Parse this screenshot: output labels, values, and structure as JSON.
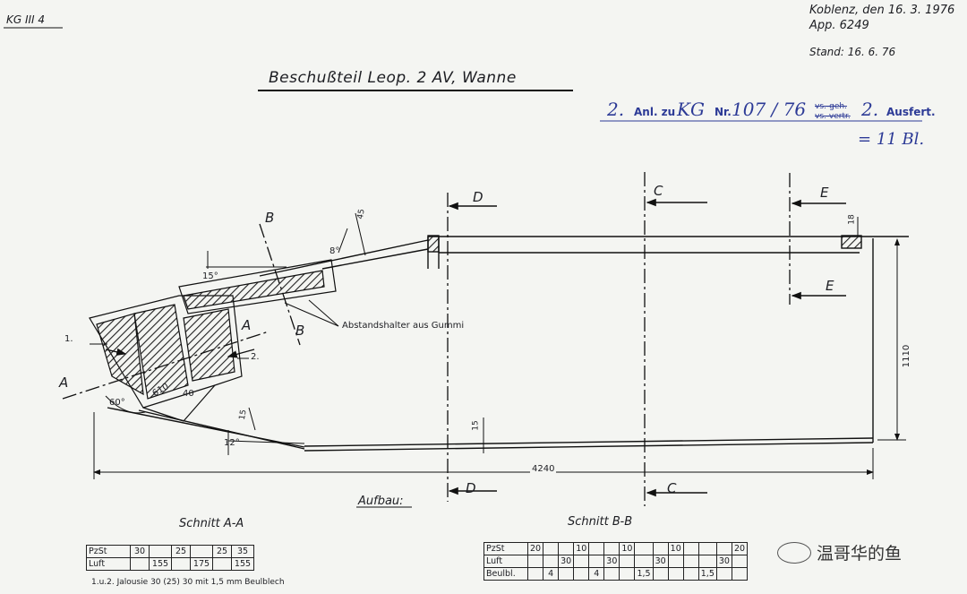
{
  "header": {
    "doc_code": "KG III 4",
    "place_date": "Koblenz, den 16. 3. 1976",
    "app": "App. 6249",
    "stand": "Stand: 16. 6. 76",
    "title": "Beschußteil Leop. 2 AV, Wanne"
  },
  "stamp": {
    "anl_prefix": "Anl. zu",
    "anl_number": "2.",
    "kg": "KG",
    "nr_label": "Nr.",
    "nr_value": "107 / 76",
    "struck": "vs.-geh.",
    "struck2": "vs.-vertr.",
    "ausfert_value": "2.",
    "ausfert_label": "Ausfert.",
    "blatt": "= 11 Bl."
  },
  "labels": {
    "a_top": "A",
    "a_left": "A",
    "b_top": "B",
    "b_bottom": "B",
    "d_top": "D",
    "d_bottom": "D",
    "c_top": "C",
    "c_bottom": "C",
    "e_top": "E",
    "e_bottom": "E",
    "abstandshalter": "Abstandshalter aus Gummi",
    "part1": "1.",
    "part2": "2.",
    "aufbau": "Aufbau:"
  },
  "dimensions": {
    "d45": "45",
    "d8": "8°",
    "d15deg": "15°",
    "d60": "60°",
    "d610": "610",
    "d40": "40",
    "d15a": "15",
    "d15b": "15",
    "d12": "12°",
    "d18": "18",
    "d1110": "1110",
    "d4240": "4240"
  },
  "schnitt_aa": {
    "title": "Schnitt A-A",
    "rows": [
      {
        "label": "PzSt",
        "cells": [
          "30",
          "",
          "25",
          "",
          "25",
          "35"
        ]
      },
      {
        "label": "Luft",
        "cells": [
          "",
          "155",
          "",
          "175",
          "",
          "155"
        ]
      }
    ],
    "note": "1.u.2. Jalousie  30 (25) 30 mit 1,5 mm Beulblech"
  },
  "schnitt_bb": {
    "title": "Schnitt B-B",
    "rows": [
      {
        "label": "PzSt",
        "cells": [
          "20",
          "",
          "",
          "10",
          "",
          "",
          "10",
          "",
          "",
          "10",
          "",
          "",
          "",
          "20"
        ]
      },
      {
        "label": "Luft",
        "cells": [
          "",
          "",
          "30",
          "",
          "",
          "30",
          "",
          "",
          "30",
          "",
          "",
          "",
          "30",
          ""
        ]
      },
      {
        "label": "Beulbl.",
        "cells": [
          "",
          "4",
          "",
          "",
          "4",
          "",
          "",
          "1,5",
          "",
          "",
          "",
          "1,5",
          "",
          ""
        ]
      }
    ]
  },
  "watermark": "温哥华的鱼"
}
